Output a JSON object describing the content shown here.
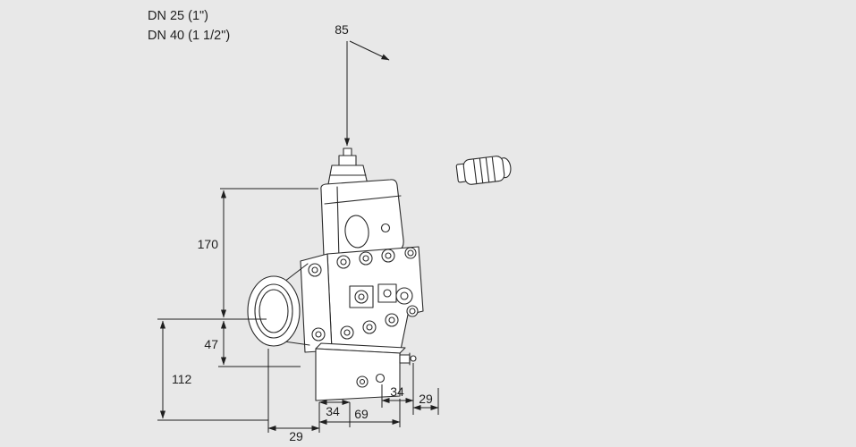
{
  "header": {
    "line1": "DN 25 (1\")",
    "line2": "DN 40 (1 1/2\")"
  },
  "dimensions": {
    "d85": "85",
    "d170": "170",
    "d47": "47",
    "d112": "112",
    "d29_bottom": "29",
    "d34_bottom": "34",
    "d69_bottom": "69",
    "d34_right": "34",
    "d29_right": "29"
  },
  "colors": {
    "background": "#e8e8e8",
    "line": "#1f1f1f",
    "part_fill": "#ffffff"
  }
}
